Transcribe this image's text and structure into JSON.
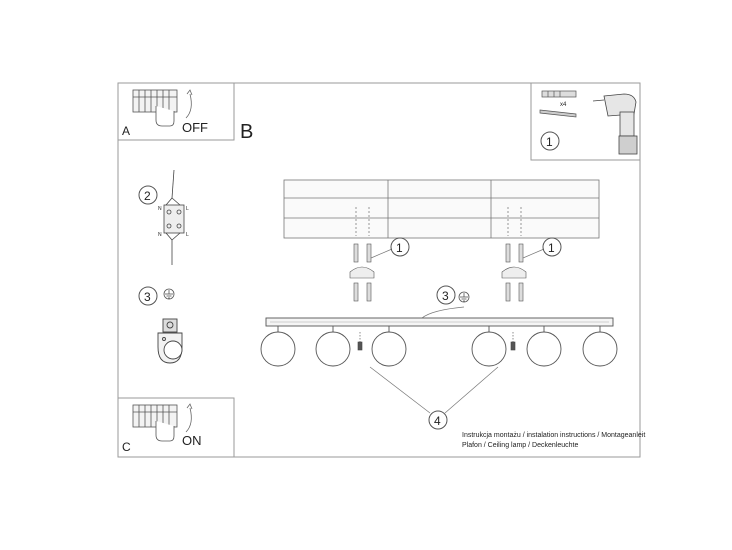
{
  "panels": {
    "a_label": "A",
    "a_state": "OFF",
    "b_label": "B",
    "c_label": "C",
    "c_state": "ON"
  },
  "steps": {
    "s1": "1",
    "s2": "2",
    "s3": "3",
    "s4": "4"
  },
  "tools": {
    "plug_count": "x4"
  },
  "terminal": {
    "n": "N",
    "l": "L"
  },
  "caption": {
    "line1": "Instrukcja montażu / instalation instructions / Montageanleit",
    "line2": "Plafon / Ceiling lamp / Deckenleuchte"
  }
}
